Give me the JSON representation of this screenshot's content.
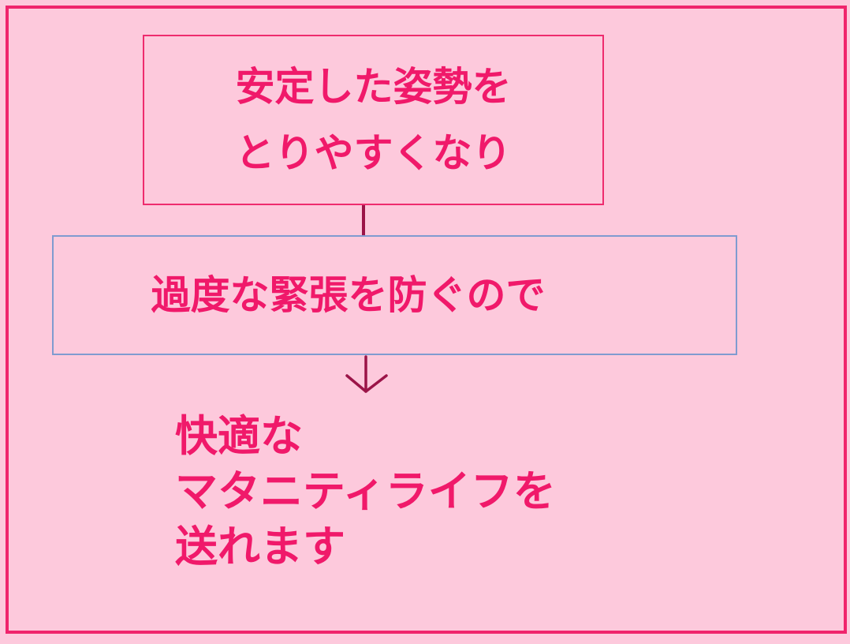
{
  "flow": {
    "top_box": {
      "lines": [
        "安定した姿勢を",
        "とりやすくなり"
      ]
    },
    "middle_box": {
      "lines": [
        "過度な緊張を防ぐので"
      ]
    },
    "result": {
      "lines": [
        "快適な",
        "マタニティライフを",
        "送れます"
      ]
    }
  },
  "colors": {
    "background": "#fdc9dc",
    "frame_border": "#f0246c",
    "text": "#f0196a",
    "top_box_border": "#ee2b6e",
    "middle_box_border": "#7f9bd0",
    "connector": "#9b1448"
  }
}
